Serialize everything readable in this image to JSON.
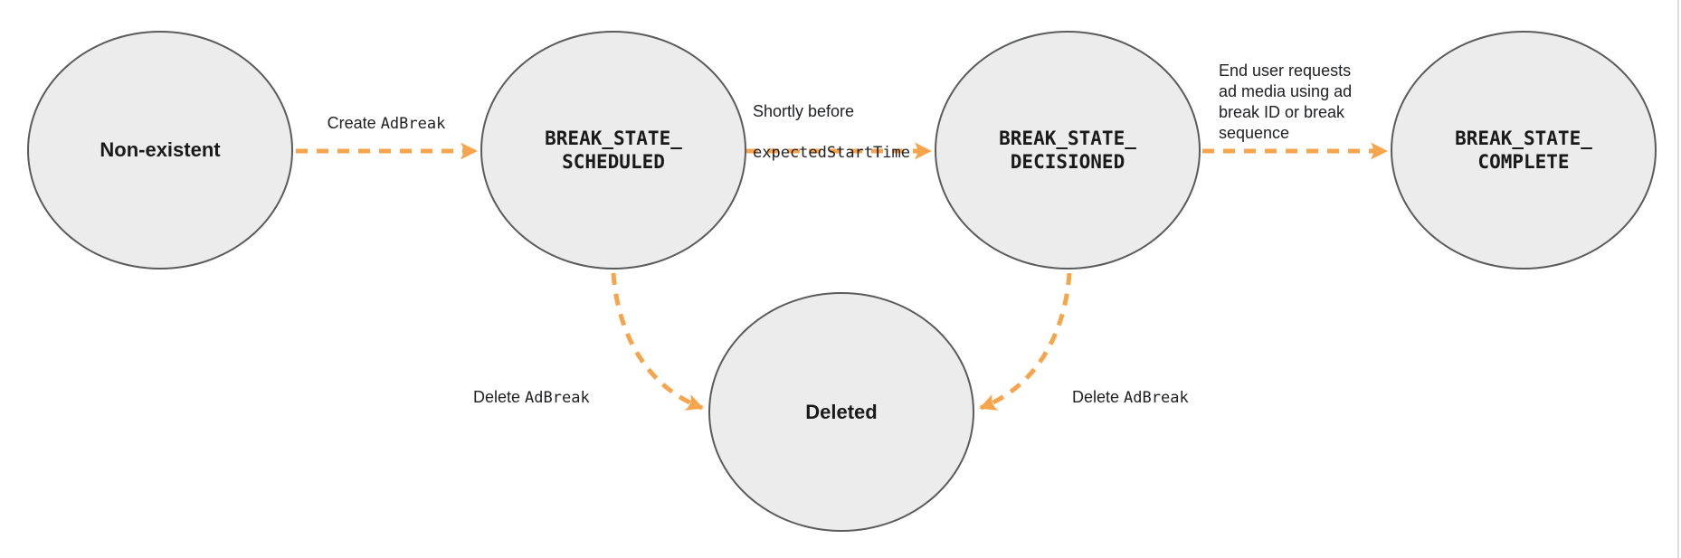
{
  "diagram": {
    "title": "Ad break state transition diagram",
    "states": [
      {
        "id": "non-existent",
        "label": "Non-existent"
      },
      {
        "id": "break-state-scheduled",
        "label": "BREAK_STATE_\nSCHEDULED"
      },
      {
        "id": "break-state-decisioned",
        "label": "BREAK_STATE_\nDECISIONED"
      },
      {
        "id": "break-state-complete",
        "label": "BREAK_STATE_\nCOMPLETE"
      },
      {
        "id": "deleted",
        "label": "Deleted"
      }
    ],
    "transitions": [
      {
        "from": "non-existent",
        "to": "break-state-scheduled",
        "label_text": "Create ",
        "label_code": "AdBreak"
      },
      {
        "from": "break-state-scheduled",
        "to": "break-state-decisioned",
        "label_text": "Shortly before",
        "label_code": "expectedStartTime"
      },
      {
        "from": "break-state-decisioned",
        "to": "break-state-complete",
        "label_text": "End user requests\nad media using ad\nbreak ID or break\nsequence"
      },
      {
        "from": "break-state-scheduled",
        "to": "deleted",
        "label_text": "Delete ",
        "label_code": "AdBreak"
      },
      {
        "from": "break-state-decisioned",
        "to": "deleted",
        "label_text": "Delete ",
        "label_code": "AdBreak"
      }
    ],
    "colors": {
      "arrow": "#F7A54D",
      "state_fill": "#ECECEC",
      "state_border": "#595B5D",
      "text": "#202124",
      "page_border": "#DBDDE0"
    }
  }
}
